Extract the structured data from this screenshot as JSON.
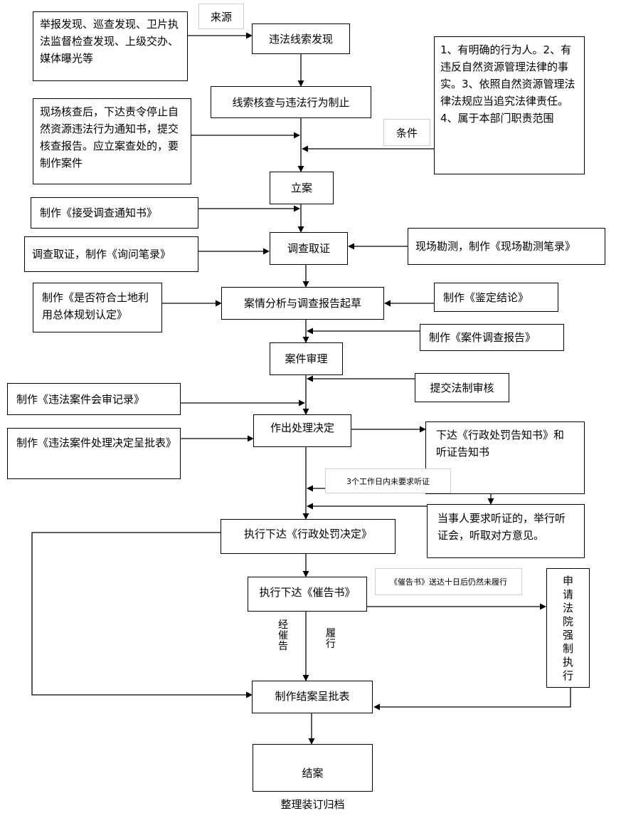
{
  "source_label": "来源",
  "condition_label": "条件",
  "source_detail": "举报发现、巡查发现、卫片执法监督检查发现、上级交办、媒体曝光等",
  "discovery": "违法线索发现",
  "verification": "线索核查与违法行为制止",
  "onsite_note": "现场核查后，下达责令停止自然资源违法行为通知书，提交核查报告。应立案查处的，要制作案件",
  "conditions_text": "1、有明确的行为人。2、有违反自然资源管理法律的事实。3、依照自然资源管理法律法规应当追究法律责任。4、属于本部门职责范围",
  "filing": "立案",
  "accept_notice": "制作《接受调查通知书》",
  "inquiry_record": "调查取证，制作《询问笔录》",
  "investigation": "调查取证",
  "survey_record": "现场勘测，制作《现场勘测笔录》",
  "land_plan": "制作《是否符合土地利用总体规划认定》",
  "analysis": "案情分析与调查报告起草",
  "appraisal": "制作《鉴定结论》",
  "case_report": "制作《案件调查报告》",
  "review": "案件审理",
  "legal_review": "提交法制审核",
  "meeting_record": "制作《违法案件会审记录》",
  "decision": "作出处理决定",
  "approval_form": "制作《违法案件处理决定呈批表》",
  "notice_penalty": "下达《行政处罚告知书》和听证告知书",
  "no_hearing": "3个工作日内未要求听证",
  "hearing": "当事人要求听证的，举行听证会，听取对方意见。",
  "execute_penalty": "执行下达《行政处罚决定》",
  "execute_urge": "执行下达《催告书》",
  "urge_note": "《催告书》送达十日后仍然未履行",
  "court": "申请法院强制执行",
  "after_urge": "经催告",
  "performed": "履行",
  "closing_form": "制作结案呈批表",
  "closing_line1": "结案",
  "closing_line2": "整理装订归档"
}
